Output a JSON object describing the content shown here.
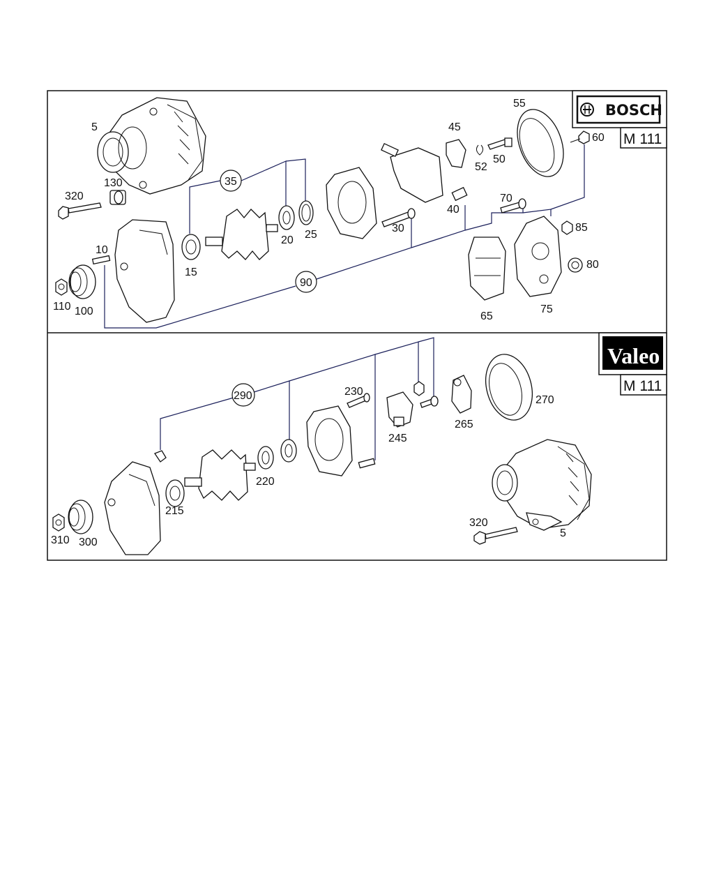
{
  "panels": {
    "bosch": {
      "brand": "BOSCH",
      "engine": "M 111",
      "callouts": {
        "p5": "5",
        "p10": "10",
        "p15": "15",
        "p20": "20",
        "p25": "25",
        "p30": "30",
        "p35": "35",
        "p40": "40",
        "p45": "45",
        "p50": "50",
        "p52": "52",
        "p55": "55",
        "p60": "60",
        "p65": "65",
        "p70": "70",
        "p75": "75",
        "p80": "80",
        "p85": "85",
        "p90": "90",
        "p100": "100",
        "p110": "110",
        "p130": "130",
        "p320": "320"
      }
    },
    "valeo": {
      "brand": "Valeo",
      "engine": "M 111",
      "callouts": {
        "p5": "5",
        "p215": "215",
        "p220": "220",
        "p230": "230",
        "p245": "245",
        "p265": "265",
        "p270": "270",
        "p290": "290",
        "p300": "300",
        "p310": "310",
        "p320": "320"
      }
    }
  },
  "colors": {
    "line": "#111111",
    "leader": "#1a1f5a",
    "valeo_badge": "#000000"
  }
}
